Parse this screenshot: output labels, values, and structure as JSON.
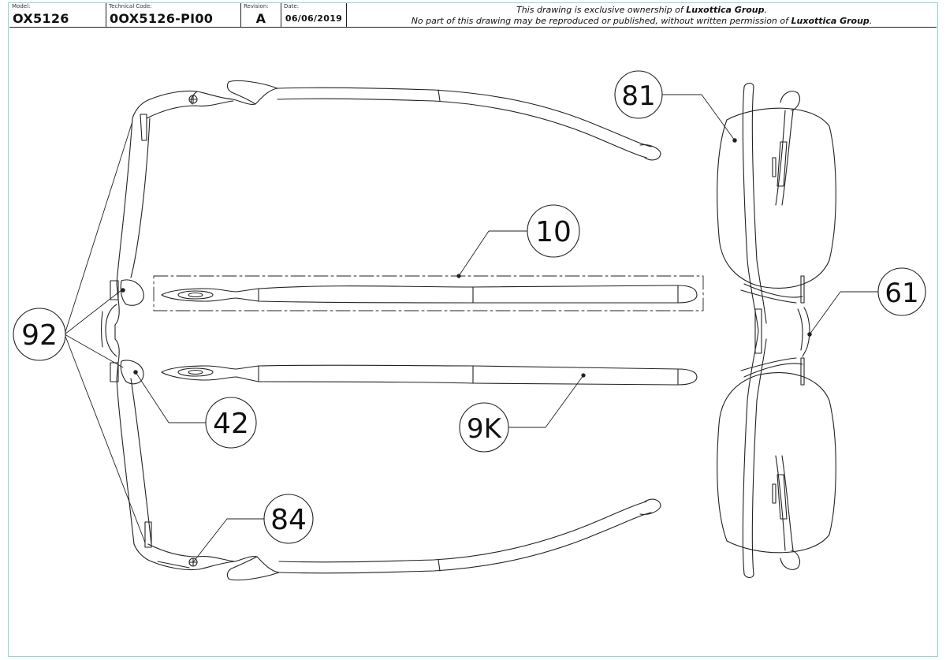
{
  "title_block": {
    "model_label": "Model:",
    "model_value": "OX5126",
    "technical_code_label": "Technical Code:",
    "technical_code_value": "0OX5126-PI00",
    "revision_label": "Revision:",
    "revision_value": "A",
    "date_label": "Date:",
    "date_value": "06/06/2019",
    "notice_line1_a": "This drawing is exclusive ownership of ",
    "notice_line1_b": "Luxottica Group",
    "notice_line1_c": ".",
    "notice_line2_a": "No part of this drawing may be reproduced or published, without written permission of ",
    "notice_line2_b": "Luxottica Group",
    "notice_line2_c": "."
  },
  "callouts": {
    "c10": "10",
    "c81": "81",
    "c61": "61",
    "c92": "92",
    "c42": "42",
    "c9k": "9K",
    "c84": "84"
  },
  "colors": {
    "line": "#222222",
    "border": "#8fd8d2"
  }
}
